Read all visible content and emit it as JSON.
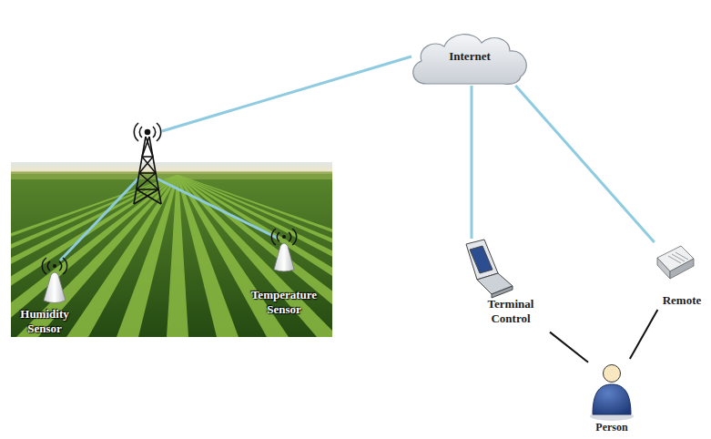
{
  "diagram": {
    "nodes": [
      {
        "text": [
          "Internet"
        ]
      },
      {
        "text": [
          "Humidity Sensor"
        ]
      },
      {
        "text": [
          "Temperature Sensor"
        ]
      },
      {
        "text": [
          "Terminal Control"
        ]
      },
      {
        "text": [
          "Remote"
        ]
      },
      {
        "text": [
          "Person"
        ]
      }
    ],
    "edges": [
      {
        "from": 0,
        "to": 3,
        "arrow": "none"
      },
      {
        "from": 0,
        "to": 4,
        "arrow": "none"
      },
      {
        "from": 3,
        "to": 5,
        "arrow": "none"
      },
      {
        "from": 4,
        "to": 5,
        "arrow": "none"
      }
    ]
  }
}
